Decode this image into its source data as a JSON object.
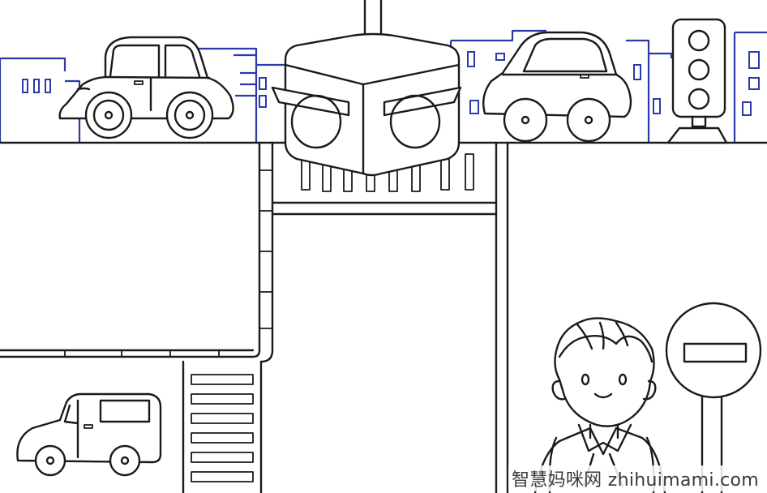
{
  "watermark": {
    "text": "智慧妈咪网 zhihuimami.com"
  },
  "colors": {
    "ink": "#1a1a1a",
    "skyline": "#2b3aa8",
    "paper": "#ffffff"
  },
  "illustration": {
    "subjects": [
      "car-left",
      "car-right",
      "van-bottom",
      "traffic-light-top",
      "traffic-light-small",
      "crosswalk-top",
      "crosswalk-left",
      "student",
      "no-entry-sign",
      "city-skyline"
    ]
  }
}
